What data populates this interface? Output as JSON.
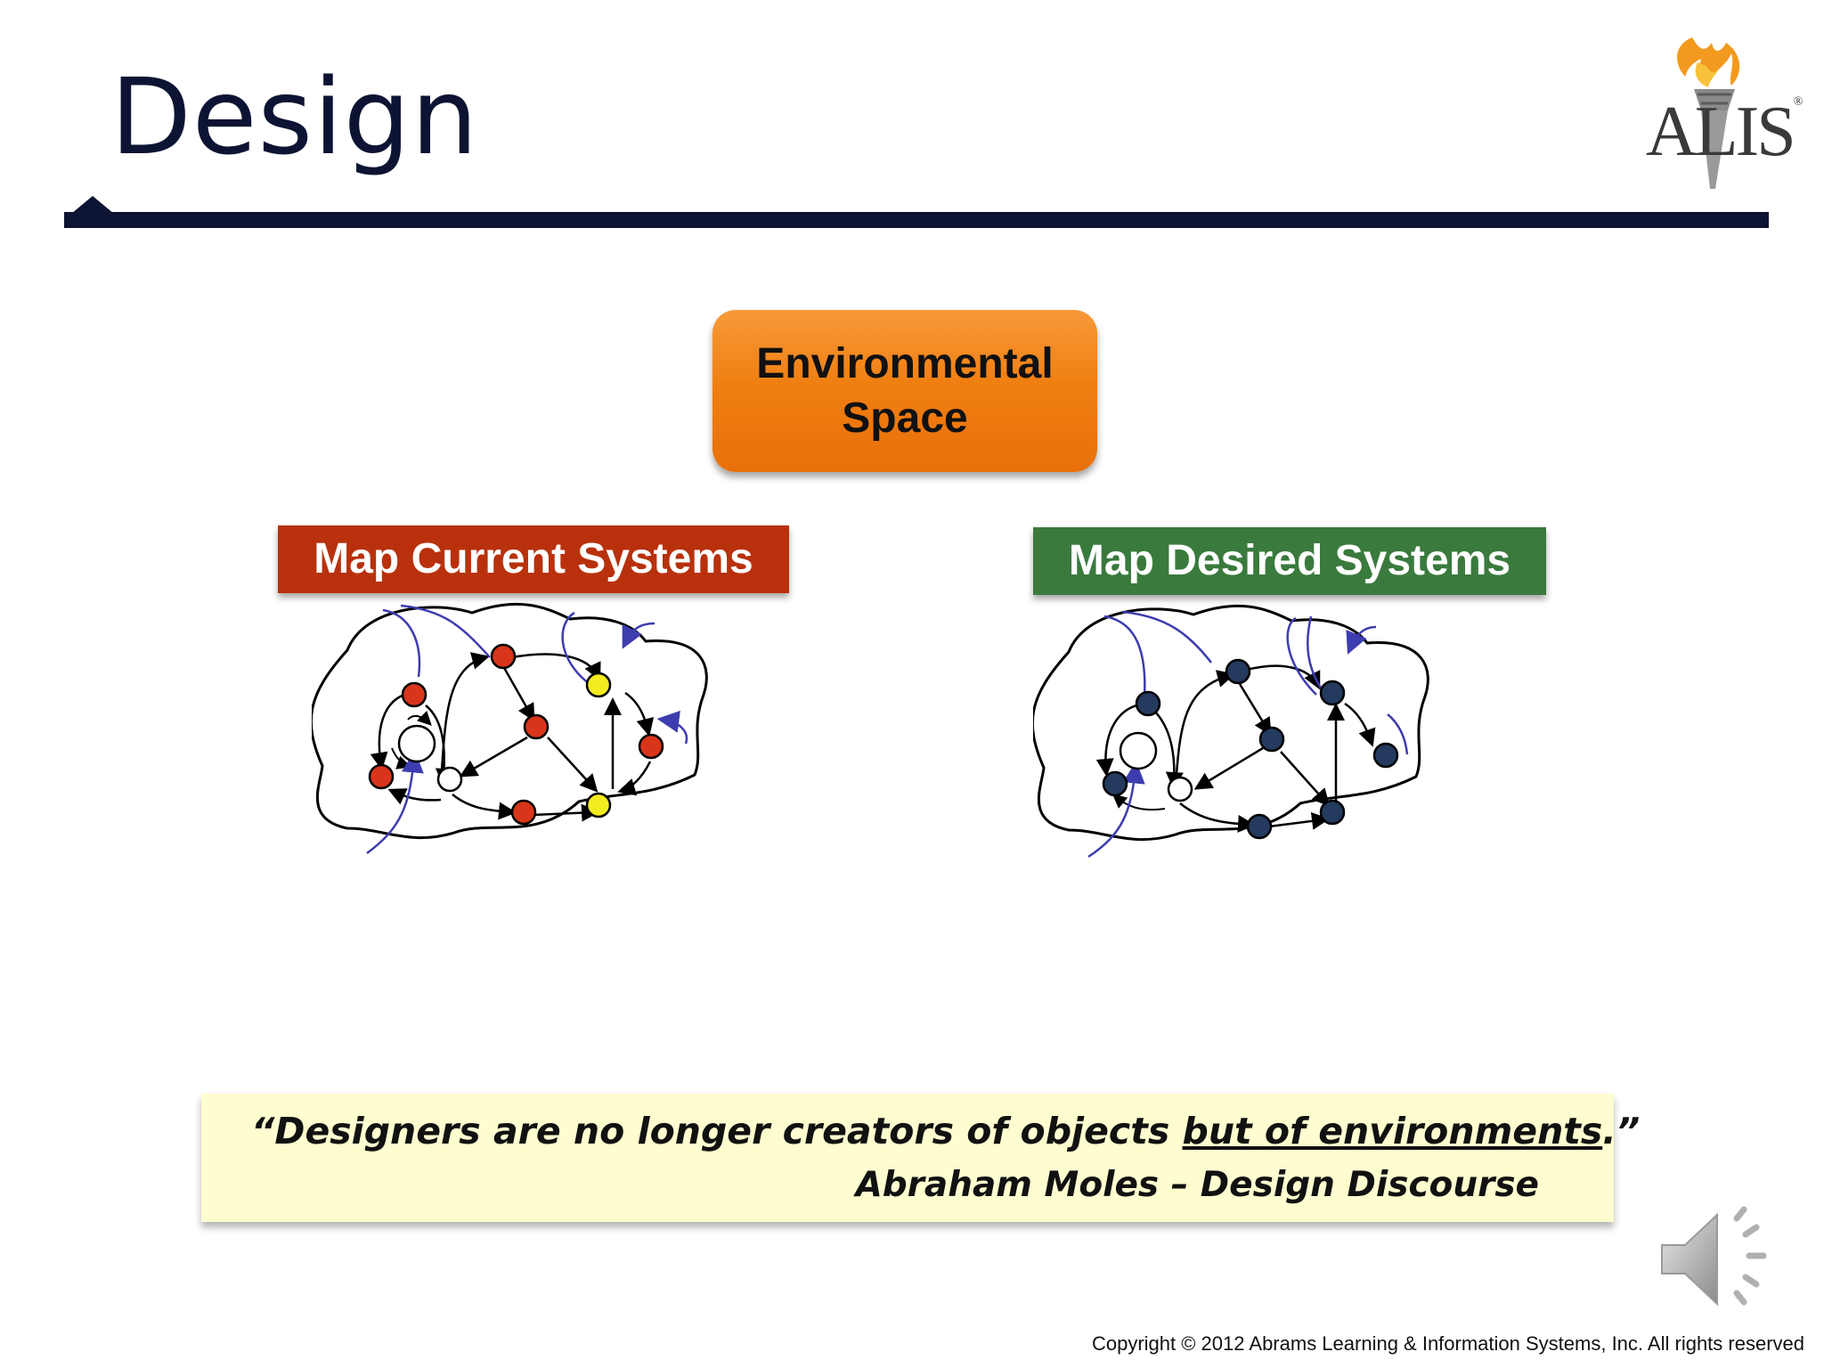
{
  "slide": {
    "title": "Design",
    "logo_text": "ALIS",
    "logo_mark": "®",
    "center_box": {
      "line1": "Environmental",
      "line2": "Space"
    },
    "left_label": "Map Current Systems",
    "right_label": "Map Desired Systems",
    "quote": {
      "open": "“Designers are no longer creators of objects ",
      "emphasis": "but of environments",
      "close": ".”",
      "attribution": "Abraham Moles – Design Discourse"
    },
    "copyright": "Copyright © 2012 Abrams Learning & Information Systems, Inc. All rights reserved"
  },
  "colors": {
    "title": "#0d1433",
    "center_box": "#f07f12",
    "current_label": "#b8310c",
    "desired_label": "#3a7a3d",
    "node_red": "#d9351a",
    "node_yellow": "#f5ec1f",
    "node_navy": "#243a5e",
    "flow_lines": "#3d3db0",
    "quote_bg": "#fefdd0"
  },
  "icons": [
    "torch-icon",
    "speaker-icon"
  ]
}
